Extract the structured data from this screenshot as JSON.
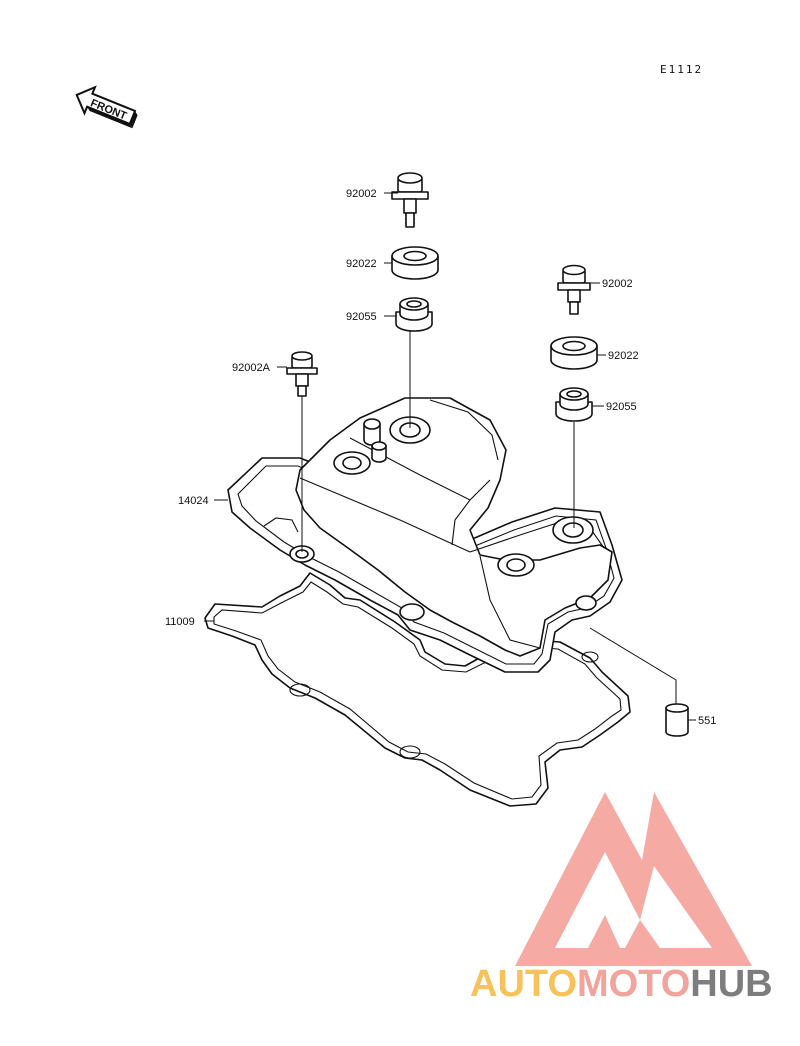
{
  "figure": {
    "code": "E1112"
  },
  "front_arrow": {
    "text": "FRONT"
  },
  "callouts": [
    {
      "id": "bolt-top",
      "number": "92002"
    },
    {
      "id": "washer-top",
      "number": "92022"
    },
    {
      "id": "grommet-top",
      "number": "92055"
    },
    {
      "id": "bolt-left",
      "number": "92002A"
    },
    {
      "id": "bolt-right",
      "number": "92002"
    },
    {
      "id": "washer-right",
      "number": "92022"
    },
    {
      "id": "grommet-right",
      "number": "92055"
    },
    {
      "id": "cover",
      "number": "14024"
    },
    {
      "id": "gasket",
      "number": "11009"
    },
    {
      "id": "dowel",
      "number": "551"
    }
  ],
  "watermark": {
    "part1": "AUTO",
    "part2": "MOTO",
    "part3": "HUB",
    "colors": {
      "triangle": "#f4a19b",
      "auto": "#f7c25a",
      "moto": "#f2a39c",
      "hub": "#7d7d7d"
    }
  }
}
